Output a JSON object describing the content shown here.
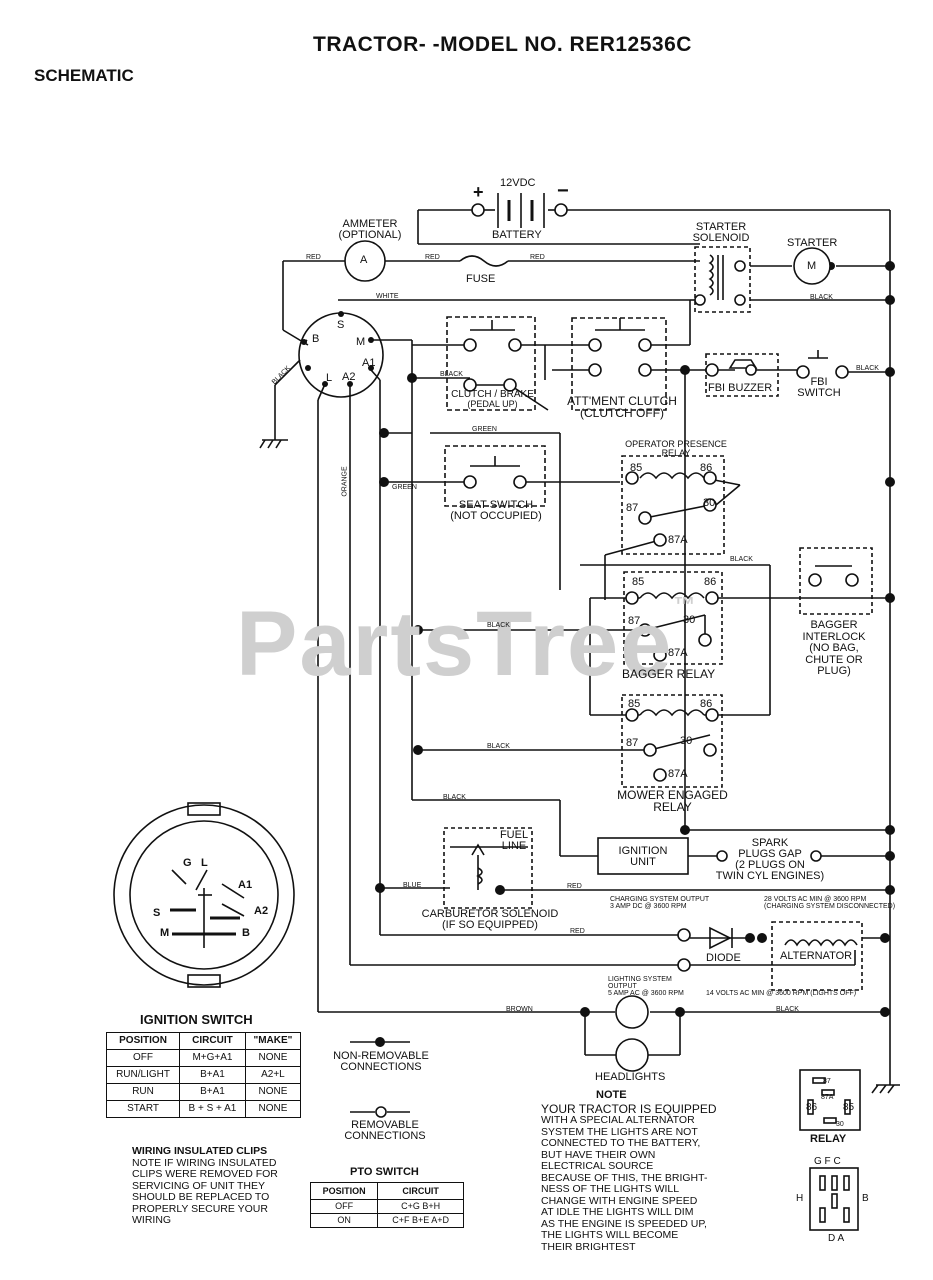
{
  "header": {
    "title": "TRACTOR- -MODEL NO. RER12536C",
    "section": "SCHEMATIC"
  },
  "watermark": {
    "text": "PartsTree",
    "mark": "™"
  },
  "components": {
    "battery_voltage": "12VDC",
    "battery": "BATTERY",
    "plus": "+",
    "minus": "−",
    "ammeter_line1": "AMMETER",
    "ammeter_line2": "(OPTIONAL)",
    "ammeter_symbol": "A",
    "fuse": "FUSE",
    "starter_solenoid_line1": "STARTER",
    "starter_solenoid_line2": "SOLENOID",
    "starter": "STARTER",
    "starter_symbol": "M",
    "clutch_brake_line1": "CLUTCH / BRAKE",
    "clutch_brake_line2": "(PEDAL UP)",
    "attment_clutch_line1": "ATT'MENT CLUTCH",
    "attment_clutch_line2": "(CLUTCH OFF)",
    "fbi_buzzer": "FBI BUZZER",
    "fbi_switch_line1": "FBI",
    "fbi_switch_line2": "SWITCH",
    "seat_switch_line1": "SEAT SWITCH",
    "seat_switch_line2": "(NOT OCCUPIED)",
    "operator_relay_line1": "OPERATOR PRESENCE",
    "operator_relay_line2": "RELAY",
    "bagger_relay": "BAGGER RELAY",
    "bagger_interlock_line1": "BAGGER",
    "bagger_interlock_line2": "INTERLOCK",
    "bagger_interlock_line3": "(NO BAG,",
    "bagger_interlock_line4": "CHUTE OR",
    "bagger_interlock_line5": "PLUG)",
    "mower_relay_line1": "MOWER ENGAGED",
    "mower_relay_line2": "RELAY",
    "ignition_unit_line1": "IGNITION",
    "ignition_unit_line2": "UNIT",
    "spark_line1": "SPARK",
    "spark_line2": "PLUGS GAP",
    "spark_line3": "(2 PLUGS ON",
    "spark_line4": "TWIN CYL ENGINES)",
    "fuel_line1": "FUEL",
    "fuel_line2": "LINE",
    "carb_line1": "CARBURETOR SOLENOID",
    "carb_line2": "(IF SO EQUIPPED)",
    "diode": "DIODE",
    "alternator": "ALTERNATOR",
    "headlights": "HEADLIGHTS",
    "charging_note_line1": "CHARGING SYSTEM OUTPUT",
    "charging_note_line2": "3 AMP DC @ 3600 RPM",
    "alt_note_line1": "28 VOLTS AC MIN @ 3600 RPM",
    "alt_note_line2": "(CHARGING SYSTEM DISCONNECTED)",
    "lighting_note_line1": "LIGHTING SYSTEM",
    "lighting_note_line2": "OUTPUT",
    "lighting_note_line3": "5 AMP AC @ 3600 RPM",
    "lighting_volt_note": "14 VOLTS AC MIN @ 3600 RPM (LIGHTS OFF)"
  },
  "terminals": {
    "s": "S",
    "m": "M",
    "b": "B",
    "l": "L",
    "a1": "A1",
    "a2": "A2",
    "r85": "85",
    "r86": "86",
    "r87": "87",
    "r30": "30",
    "r87a": "87A"
  },
  "wires": {
    "red": "RED",
    "white": "WHITE",
    "black": "BLACK",
    "green": "GREEN",
    "orange": "ORANGE",
    "blue": "BLUE",
    "brown": "BROWN"
  },
  "ignition_switch": {
    "title": "IGNITION SWITCH",
    "face_letters": {
      "g": "G",
      "l": "L",
      "a1": "A1",
      "a2": "A2",
      "s": "S",
      "m": "M",
      "b": "B"
    },
    "headers": [
      "POSITION",
      "CIRCUIT",
      "\"MAKE\""
    ],
    "rows": [
      [
        "OFF",
        "M+G+A1",
        "NONE"
      ],
      [
        "RUN/LIGHT",
        "B+A1",
        "A2+L"
      ],
      [
        "RUN",
        "B+A1",
        "NONE"
      ],
      [
        "START",
        "B + S + A1",
        "NONE"
      ]
    ]
  },
  "legend": {
    "non_removable_line1": "NON-REMOVABLE",
    "non_removable_line2": "CONNECTIONS",
    "removable_line1": "REMOVABLE",
    "removable_line2": "CONNECTIONS"
  },
  "wiring_note": {
    "lines": [
      "WIRING INSULATED CLIPS",
      "NOTE  IF WIRING INSULATED",
      "CLIPS WERE REMOVED FOR",
      "SERVICING OF UNIT  THEY",
      "SHOULD BE REPLACED TO",
      "PROPERLY SECURE YOUR",
      "WIRING"
    ]
  },
  "pto_switch": {
    "title": "PTO SWITCH",
    "headers": [
      "POSITION",
      "CIRCUIT"
    ],
    "rows": [
      [
        "OFF",
        "C+G B+H"
      ],
      [
        "ON",
        "C+F B+E A+D"
      ]
    ]
  },
  "alternator_note": {
    "title": "NOTE",
    "lines": [
      "YOUR TRACTOR IS EQUIPPED",
      "WITH A SPECIAL ALTERNATOR",
      "SYSTEM  THE LIGHTS ARE NOT",
      "CONNECTED TO THE BATTERY,",
      "BUT HAVE THEIR OWN",
      "ELECTRICAL SOURCE",
      "BECAUSE OF THIS, THE BRIGHT-",
      "NESS OF THE LIGHTS WILL",
      "CHANGE WITH ENGINE SPEED",
      "AT IDLE THE LIGHTS WILL DIM",
      "AS THE ENGINE IS SPEEDED UP,",
      "THE LIGHTS WILL BECOME",
      "THEIR BRIGHTEST"
    ]
  },
  "relay_pinout": {
    "title": "RELAY",
    "pins": {
      "p87": "87",
      "p87a": "87A",
      "p86": "86",
      "p85": "85",
      "p30": "30"
    }
  },
  "pto_pinout": {
    "top": "G F C",
    "left": "H",
    "right": "B",
    "bottom": "D A"
  }
}
